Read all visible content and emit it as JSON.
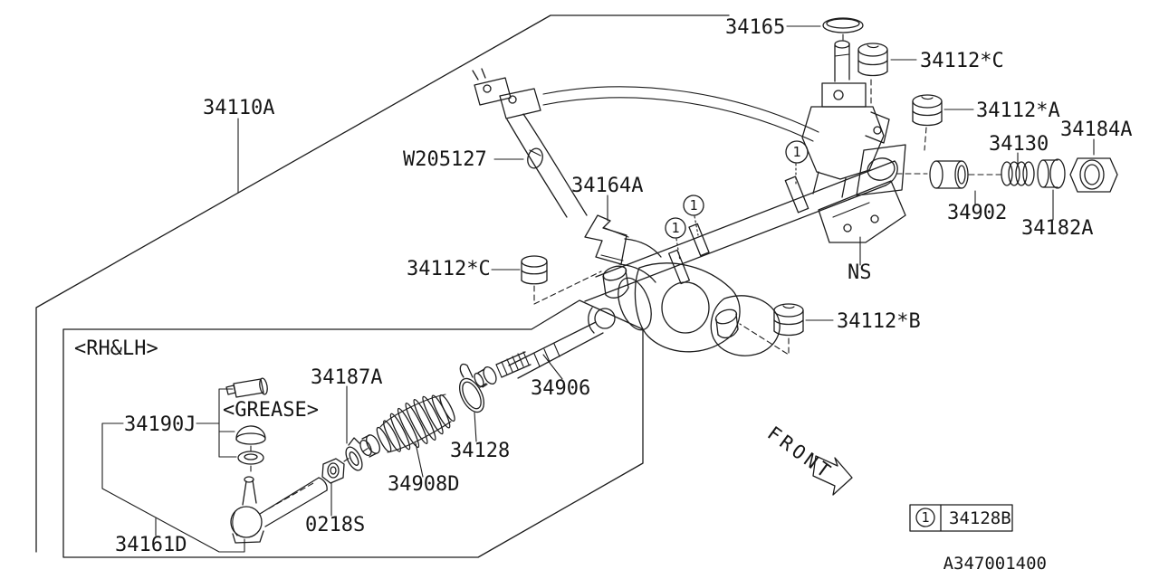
{
  "diagram": {
    "drawing_number": "A347001400",
    "legend": {
      "ref": "1",
      "part_number": "34128B"
    },
    "front_indicator": "FRONT",
    "notes": {
      "side": "<RH&LH>",
      "grease": "<GREASE>"
    },
    "not_supplied": "NS",
    "ref_marker": "1",
    "part_numbers": [
      "34110A",
      "W205127",
      "34164A",
      "34165",
      "34112*C",
      "34112*A",
      "34184A",
      "34130",
      "34902",
      "34182A",
      "34112*B",
      "34906",
      "34190J",
      "34187A",
      "34128",
      "34908D",
      "0218S",
      "34161D"
    ]
  },
  "labels": {
    "a34110": "34110A",
    "w205127": "W205127",
    "a34164": "34164A",
    "a34165": "34165",
    "a34112c": "34112*C",
    "a34112a": "34112*A",
    "a34184": "34184A",
    "a34130": "34130",
    "a34902": "34902",
    "a34182": "34182A",
    "ns": "NS",
    "a34112b": "34112*B",
    "a34906": "34906",
    "rhlh": "<RH&LH>",
    "grease": "<GREASE>",
    "a34190": "34190J",
    "a34187": "34187A",
    "a34128": "34128",
    "a34908": "34908D",
    "a0218s": "0218S",
    "a34161": "34161D",
    "front": "FRONT",
    "one": "1",
    "legend_part": "34128B",
    "drawing_number": "A347001400"
  }
}
